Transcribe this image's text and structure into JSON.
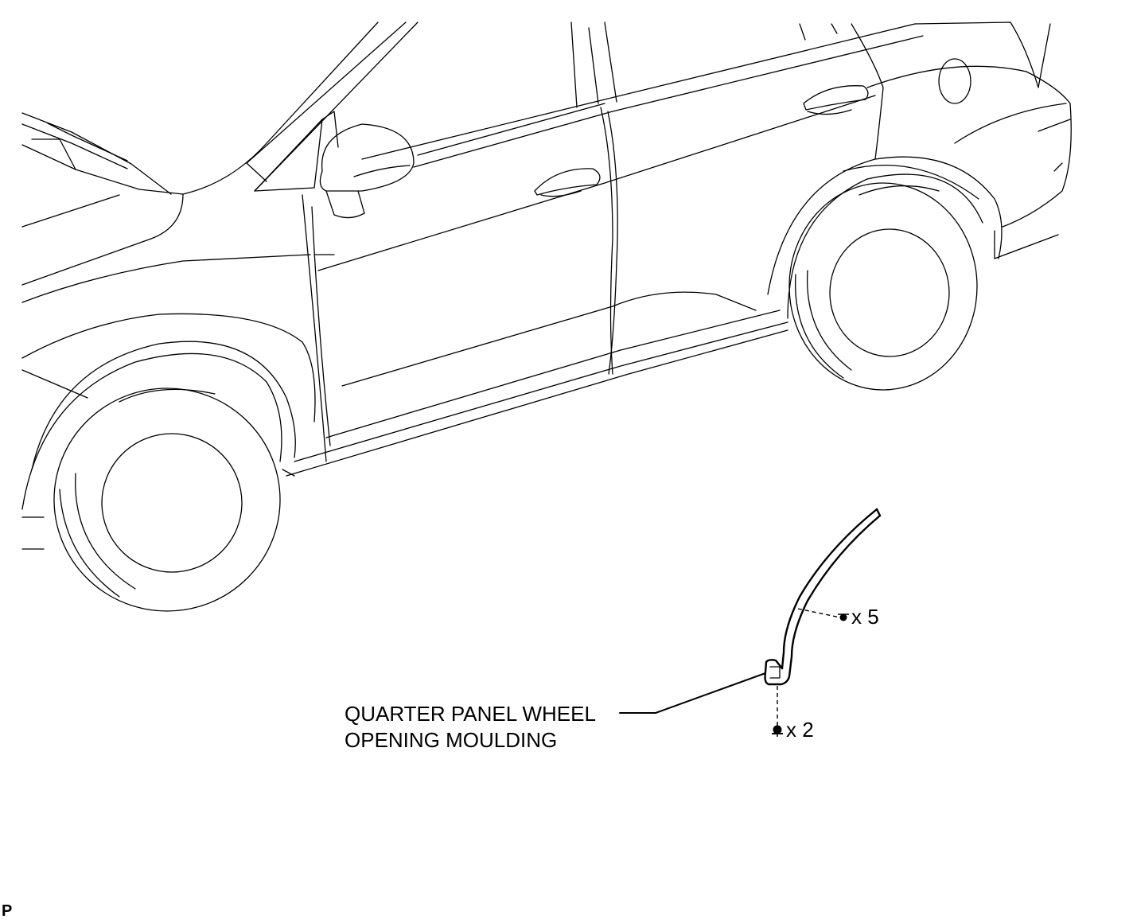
{
  "callout": {
    "part_name_line1": "QUARTER PANEL WHEEL",
    "part_name_line2": "OPENING MOULDING"
  },
  "fasteners": [
    {
      "qty_text": "x 5",
      "icon": "clip-icon"
    },
    {
      "qty_text": "x 2",
      "icon": "clip-icon"
    }
  ],
  "page_code": "P"
}
